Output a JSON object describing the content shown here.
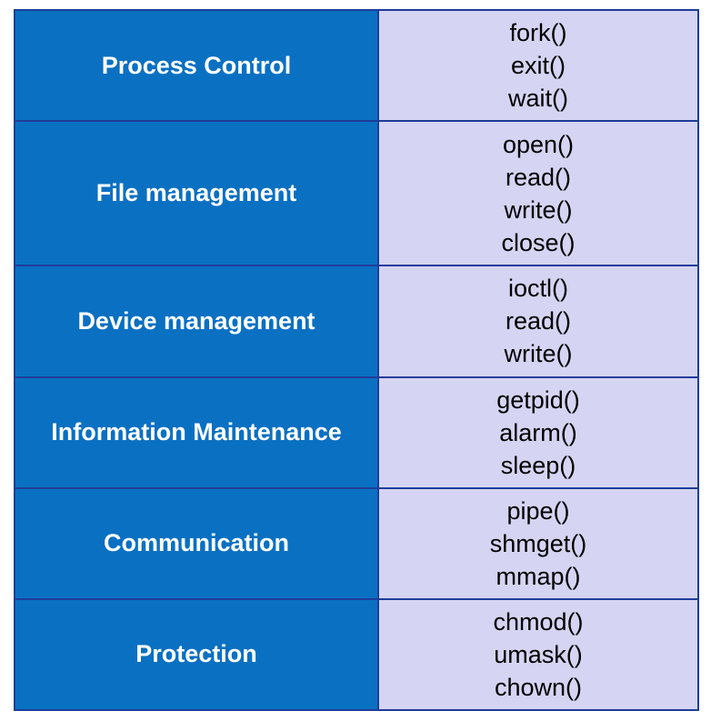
{
  "colors": {
    "category_background": "#0a70c2",
    "calls_background": "#d5d4f2",
    "border": "#1f3d9a"
  },
  "rows": [
    {
      "category": "Process Control",
      "calls": [
        "fork()",
        "exit()",
        "wait()"
      ]
    },
    {
      "category": "File management",
      "calls": [
        "open()",
        "read()",
        "write()",
        "close()"
      ]
    },
    {
      "category": "Device management",
      "calls": [
        "ioctl()",
        "read()",
        "write()"
      ]
    },
    {
      "category": "Information Maintenance",
      "calls": [
        "getpid()",
        "alarm()",
        "sleep()"
      ]
    },
    {
      "category": "Communication",
      "calls": [
        "pipe()",
        "shmget()",
        "mmap()"
      ]
    },
    {
      "category": "Protection",
      "calls": [
        "chmod()",
        "umask()",
        "chown()"
      ]
    }
  ]
}
